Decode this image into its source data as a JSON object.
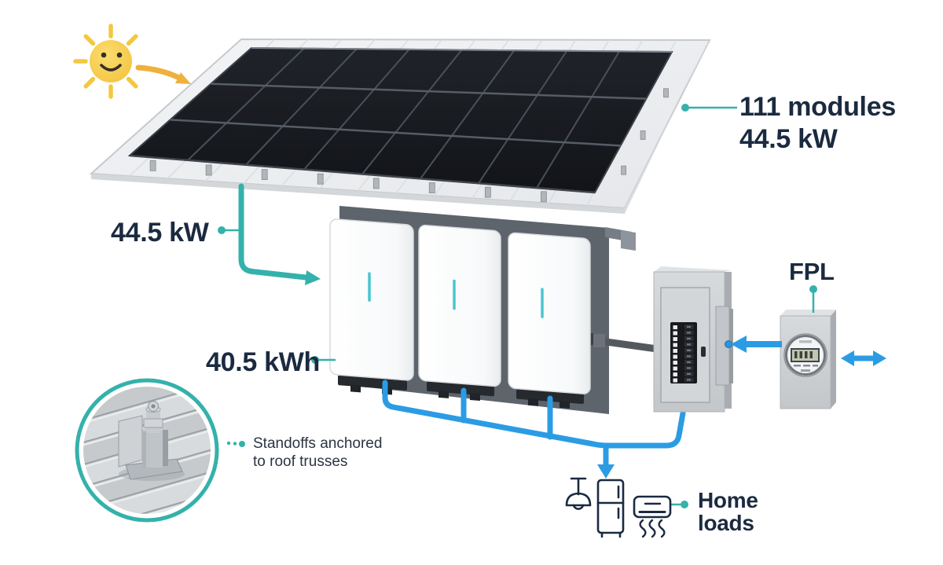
{
  "array_label": {
    "modules": "111 modules",
    "power": "44.5 kW"
  },
  "pv_output": {
    "label": "44.5 kW"
  },
  "battery_bank": {
    "capacity_label": "40.5 kWh",
    "unit_count": 3
  },
  "utility": {
    "name": "FPL"
  },
  "home_loads": {
    "label": "Home loads",
    "icons": [
      "pendant-lamp-icon",
      "refrigerator-icon",
      "air-conditioner-icon"
    ]
  },
  "mounting": {
    "note": "Standoffs anchored to roof trusses"
  },
  "icons": {
    "sun": "smiling-sun-icon",
    "meter": "utility-meter",
    "breaker": "breaker-panel",
    "battery": "battery-unit",
    "inset": "roof-standoff-photo"
  },
  "colors": {
    "teal": "#35b1ab",
    "blue": "#2b9ce4",
    "navy": "#1b2a40",
    "sun_yellow": "#f7ca45",
    "arrow_orange": "#efb13d"
  }
}
